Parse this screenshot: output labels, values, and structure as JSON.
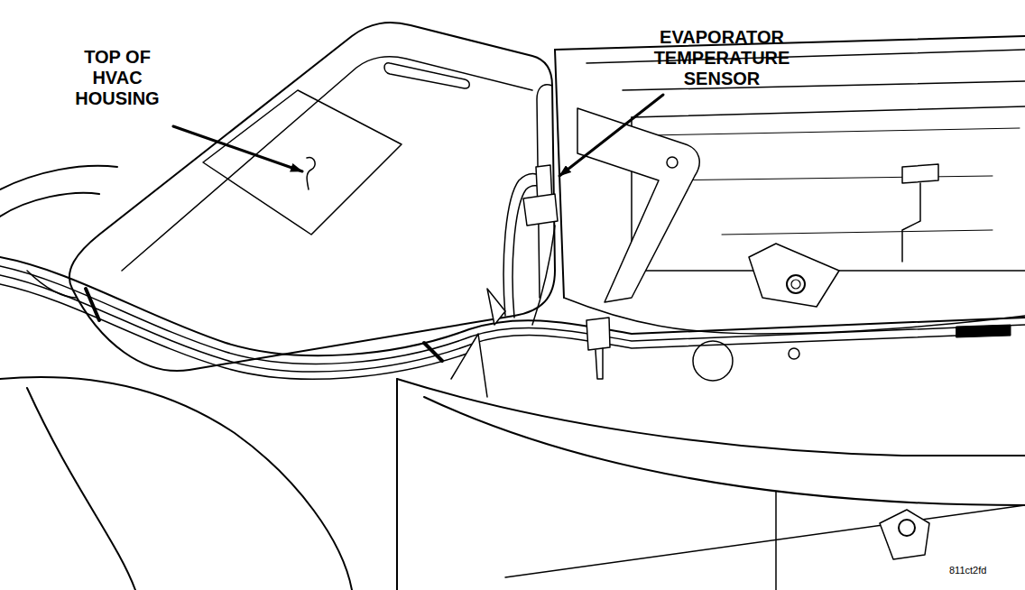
{
  "diagram": {
    "labels": [
      "TOP OF HVAC HOUSING",
      "EVAPORATOR TEMPERATURE SENSOR",
      "811ct2fd"
    ]
  }
}
